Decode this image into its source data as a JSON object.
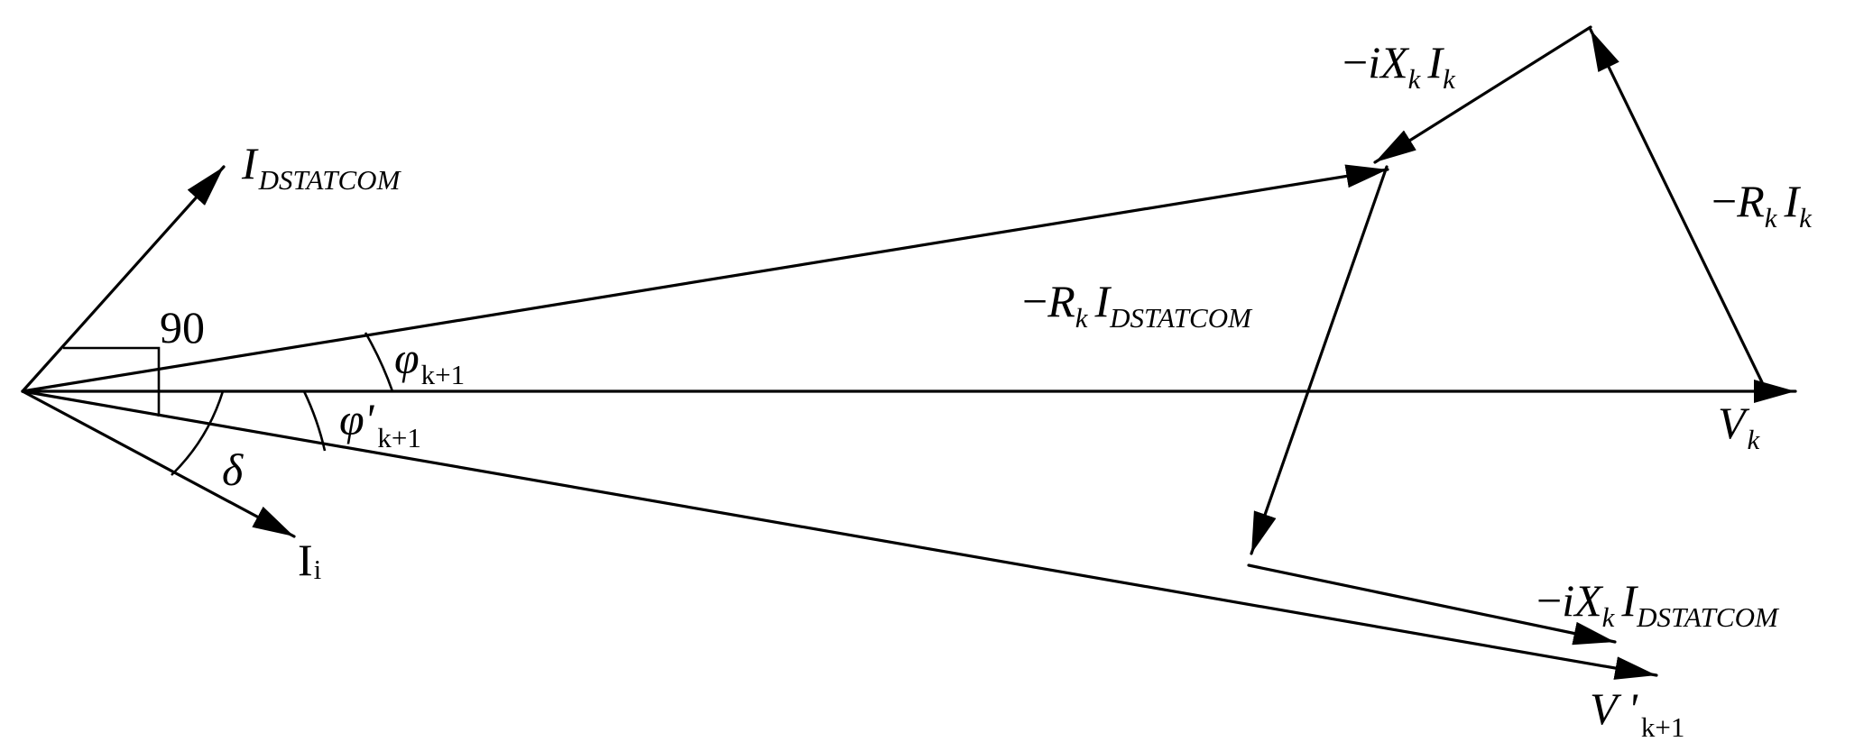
{
  "labels": {
    "i_dstatcom": {
      "main": "I",
      "sub": "DSTATCOM"
    },
    "neg_ixk_ik": {
      "minus": "−",
      "main1": "iX",
      "sub1": "k",
      "main2": "I",
      "sub2": "k"
    },
    "neg_rk_ik": {
      "minus": "−",
      "main1": "R",
      "sub1": "k",
      "main2": "I",
      "sub2": "k"
    },
    "neg_rk_idstatcom": {
      "minus": "−",
      "main1": "R",
      "sub1": "k",
      "main2": "I",
      "sub2": "DSTATCOM"
    },
    "right_angle": "90",
    "phi_k1": {
      "main": "φ",
      "sub": "k+1"
    },
    "phi_prime_k1": {
      "main": "φ'",
      "sub": "k+1"
    },
    "vk": {
      "main": "V",
      "sub": "k"
    },
    "delta": "δ",
    "ii": {
      "main": "I",
      "sub": "i"
    },
    "neg_ixk_idstatcom": {
      "minus": "−",
      "main1": "iX",
      "sub1": "k",
      "main2": "I",
      "sub2": "DSTATCOM"
    },
    "vprime_k1": {
      "main": "V '",
      "sub": "k+1"
    }
  }
}
